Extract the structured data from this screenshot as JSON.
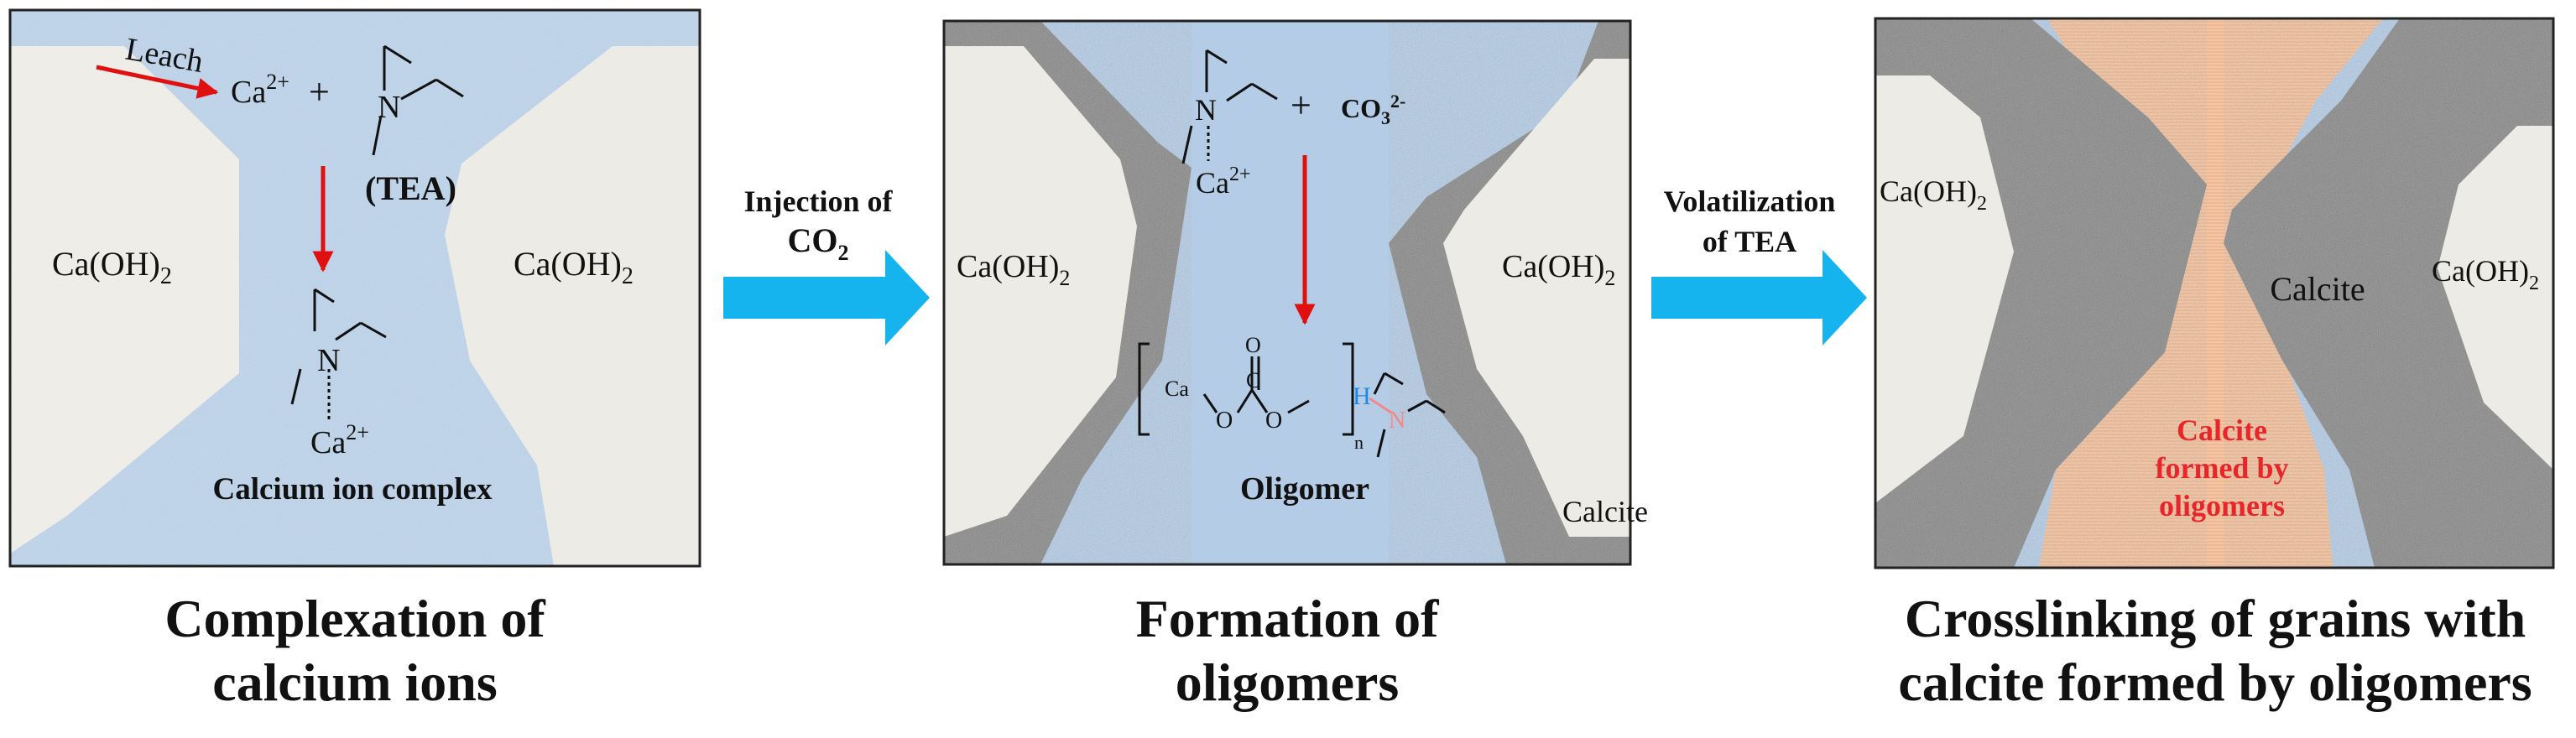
{
  "colors": {
    "pore_blue": "#b4cce6",
    "grain_light": "#ecebe5",
    "calcite_dark": "#8a8a8a",
    "oligomer_orange": "#f5c6a4",
    "arrow_blue": "#16b4ee",
    "reaction_red": "#e01010",
    "label_red": "#e8262a",
    "hydrogen_blue": "#1e88e5",
    "bond_pink": "#f08a8a"
  },
  "panel1": {
    "leach": "Leach",
    "ca_ion": "Ca",
    "ca_charge": "2+",
    "plus": "+",
    "n_atom": "N",
    "tea": "(TEA)",
    "caoh_left": "Ca(OH)",
    "caoh_right": "Ca(OH)",
    "sub2": "2",
    "complex_n": "N",
    "complex_ca": "Ca",
    "complex_charge": "2+",
    "complex_label": "Calcium ion complex",
    "caption_line1": "Complexation of",
    "caption_line2": "calcium ions"
  },
  "arrow1": {
    "line1": "Injection of",
    "line2": "CO",
    "line2_sub": "2"
  },
  "panel2": {
    "n_atom": "N",
    "ca": "Ca",
    "ca_charge": "2+",
    "plus": "+",
    "co3": "CO",
    "co3_sub": "3",
    "co3_charge": "2-",
    "caoh_left": "Ca(OH)",
    "caoh_right": "Ca(OH)",
    "sub2": "2",
    "olig_ca": "Ca",
    "olig_o1": "O",
    "olig_c": "C",
    "olig_o_top": "O",
    "olig_o2": "O",
    "olig_n_sub": "n",
    "olig_h": "H",
    "olig_n": "N",
    "oligomer_label": "Oligomer",
    "calcite": "Calcite",
    "caption_line1": "Formation of",
    "caption_line2": "oligomers"
  },
  "arrow2": {
    "line1": "Volatilization",
    "line2": "of TEA"
  },
  "panel3": {
    "caoh_left": "Ca(OH)",
    "caoh_right": "Ca(OH)",
    "sub2": "2",
    "calcite": "Calcite",
    "red_line1": "Calcite",
    "red_line2": "formed by",
    "red_line3": "oligomers",
    "caption_line1": "Crosslinking of grains with",
    "caption_line2": "calcite formed by oligomers"
  }
}
